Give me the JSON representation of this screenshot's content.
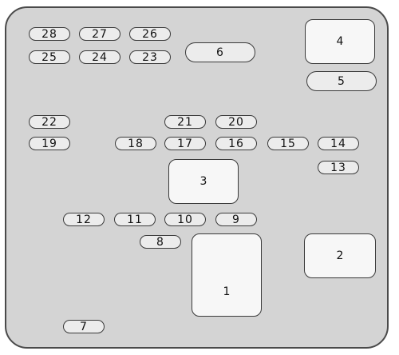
{
  "fuses": [
    {
      "id": "f28",
      "label": "28"
    },
    {
      "id": "f27",
      "label": "27"
    },
    {
      "id": "f26",
      "label": "26"
    },
    {
      "id": "f25",
      "label": "25"
    },
    {
      "id": "f24",
      "label": "24"
    },
    {
      "id": "f23",
      "label": "23"
    },
    {
      "id": "f22",
      "label": "22"
    },
    {
      "id": "f21",
      "label": "21"
    },
    {
      "id": "f20",
      "label": "20"
    },
    {
      "id": "f19",
      "label": "19"
    },
    {
      "id": "f18",
      "label": "18"
    },
    {
      "id": "f17",
      "label": "17"
    },
    {
      "id": "f16",
      "label": "16"
    },
    {
      "id": "f15",
      "label": "15"
    },
    {
      "id": "f14",
      "label": "14"
    },
    {
      "id": "f13",
      "label": "13"
    },
    {
      "id": "f12",
      "label": "12"
    },
    {
      "id": "f11",
      "label": "11"
    },
    {
      "id": "f10",
      "label": "10"
    },
    {
      "id": "f9",
      "label": "9"
    },
    {
      "id": "f8",
      "label": "8"
    },
    {
      "id": "f7",
      "label": "7"
    },
    {
      "id": "f6",
      "label": "6"
    },
    {
      "id": "f5",
      "label": "5"
    }
  ],
  "relays": [
    {
      "id": "r4",
      "label": "4"
    },
    {
      "id": "r3",
      "label": "3"
    },
    {
      "id": "r2",
      "label": "2"
    },
    {
      "id": "r1",
      "label": "1"
    }
  ],
  "colors": {
    "panel": "#d4d4d4",
    "outline": "#3a3a3a",
    "slot": "#ececec"
  }
}
